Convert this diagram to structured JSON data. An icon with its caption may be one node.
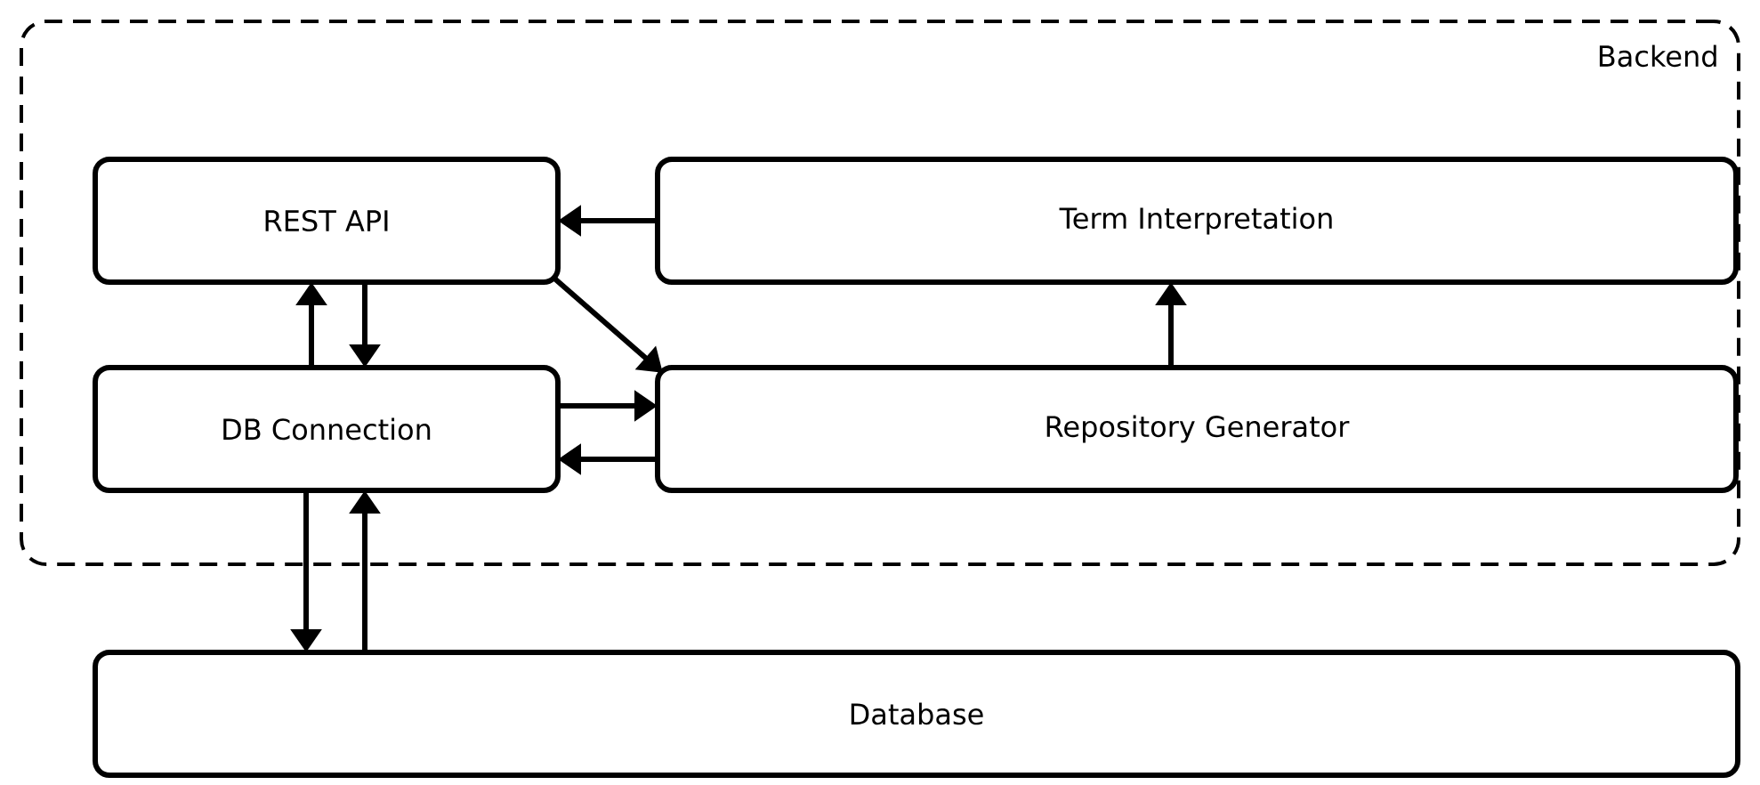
{
  "diagram": {
    "nodes": [
      {
        "text": [
          "Backend"
        ]
      },
      {
        "text": [
          "REST API"
        ],
        "in": 0
      },
      {
        "text": [
          "Term Interpretation"
        ],
        "in": 0
      },
      {
        "text": [
          "DB Connection"
        ],
        "in": 0
      },
      {
        "text": [
          "Repository Generator"
        ],
        "in": 0
      },
      {
        "text": [
          "Database"
        ]
      }
    ],
    "edges": [
      {
        "from": 2,
        "to": 1,
        "arrow": "to"
      },
      {
        "from": 1,
        "to": 3,
        "arrow": "to"
      },
      {
        "from": 3,
        "to": 1,
        "arrow": "to"
      },
      {
        "from": 1,
        "to": 4,
        "arrow": "to"
      },
      {
        "from": 3,
        "to": 4,
        "arrow": "to"
      },
      {
        "from": 4,
        "to": 3,
        "arrow": "to"
      },
      {
        "from": 4,
        "to": 2,
        "arrow": "to"
      },
      {
        "from": 3,
        "to": 5,
        "arrow": "to"
      },
      {
        "from": 5,
        "to": 3,
        "arrow": "to"
      }
    ]
  }
}
